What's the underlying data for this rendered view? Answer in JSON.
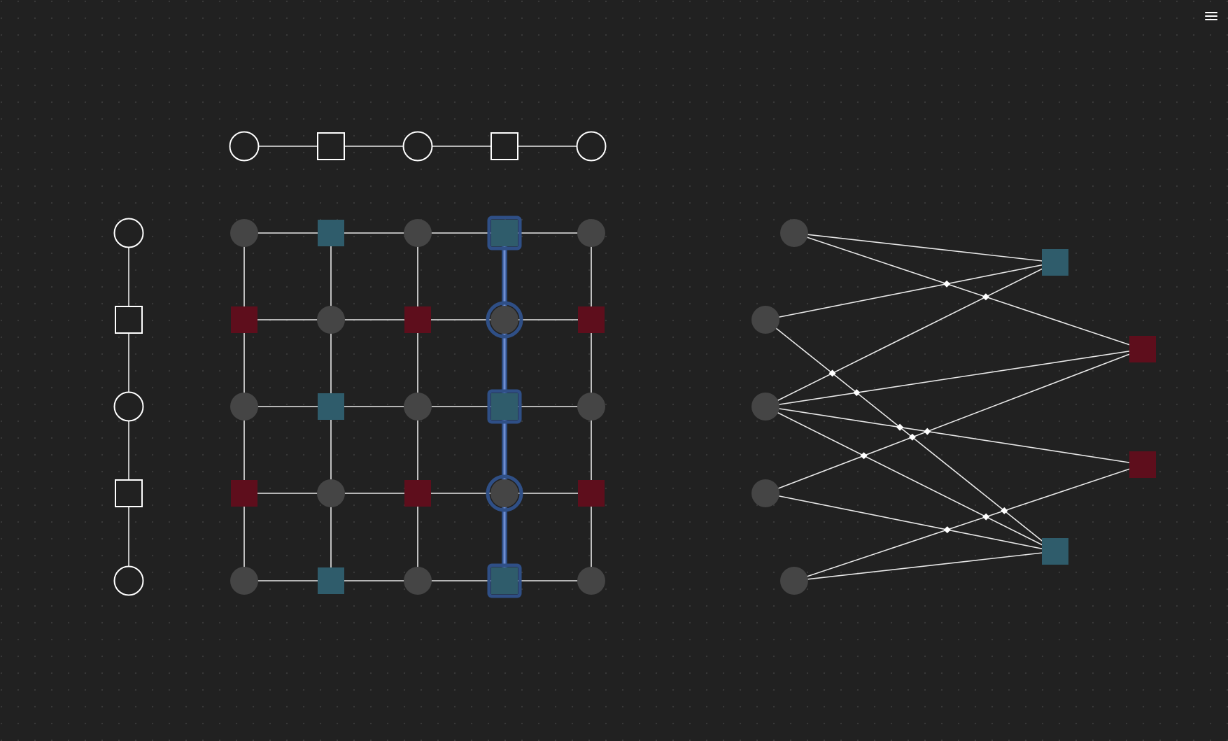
{
  "colors": {
    "background": "#212121",
    "dot_grid": "#3a3a3a",
    "outline": "#ffffff",
    "edge": "#e8e8e8",
    "node_gray": "#454545",
    "node_teal": "#2f5c6b",
    "node_red": "#5e0e1c",
    "highlight": "#6f8fd6",
    "highlight_glow": "#2f4f86"
  },
  "toolbar": {
    "menu_icon": "hamburger-menu-icon"
  },
  "graphs": {
    "horizontal_chain": {
      "description_shapes": [
        "circle",
        "square",
        "circle",
        "square",
        "circle"
      ]
    },
    "vertical_chain": {
      "description_shapes": [
        "circle",
        "square",
        "circle",
        "square",
        "circle"
      ]
    },
    "grid": {
      "rows": [
        [
          "gray",
          "teal",
          "gray",
          "teal",
          "gray"
        ],
        [
          "red",
          "gray",
          "red",
          "gray",
          "red"
        ],
        [
          "gray",
          "teal",
          "gray",
          "teal",
          "gray"
        ],
        [
          "red",
          "gray",
          "red",
          "gray",
          "red"
        ],
        [
          "gray",
          "teal",
          "gray",
          "teal",
          "gray"
        ]
      ],
      "highlighted_column": 3
    },
    "bipartite": {
      "left_nodes": [
        "gray",
        "gray",
        "gray",
        "gray",
        "gray"
      ],
      "right_nodes": [
        "teal",
        "red",
        "red",
        "teal"
      ],
      "edges": [
        [
          0,
          0
        ],
        [
          0,
          1
        ],
        [
          1,
          0
        ],
        [
          1,
          3
        ],
        [
          2,
          0
        ],
        [
          2,
          1
        ],
        [
          2,
          2
        ],
        [
          2,
          3
        ],
        [
          3,
          1
        ],
        [
          3,
          3
        ],
        [
          4,
          2
        ],
        [
          4,
          3
        ]
      ]
    }
  }
}
